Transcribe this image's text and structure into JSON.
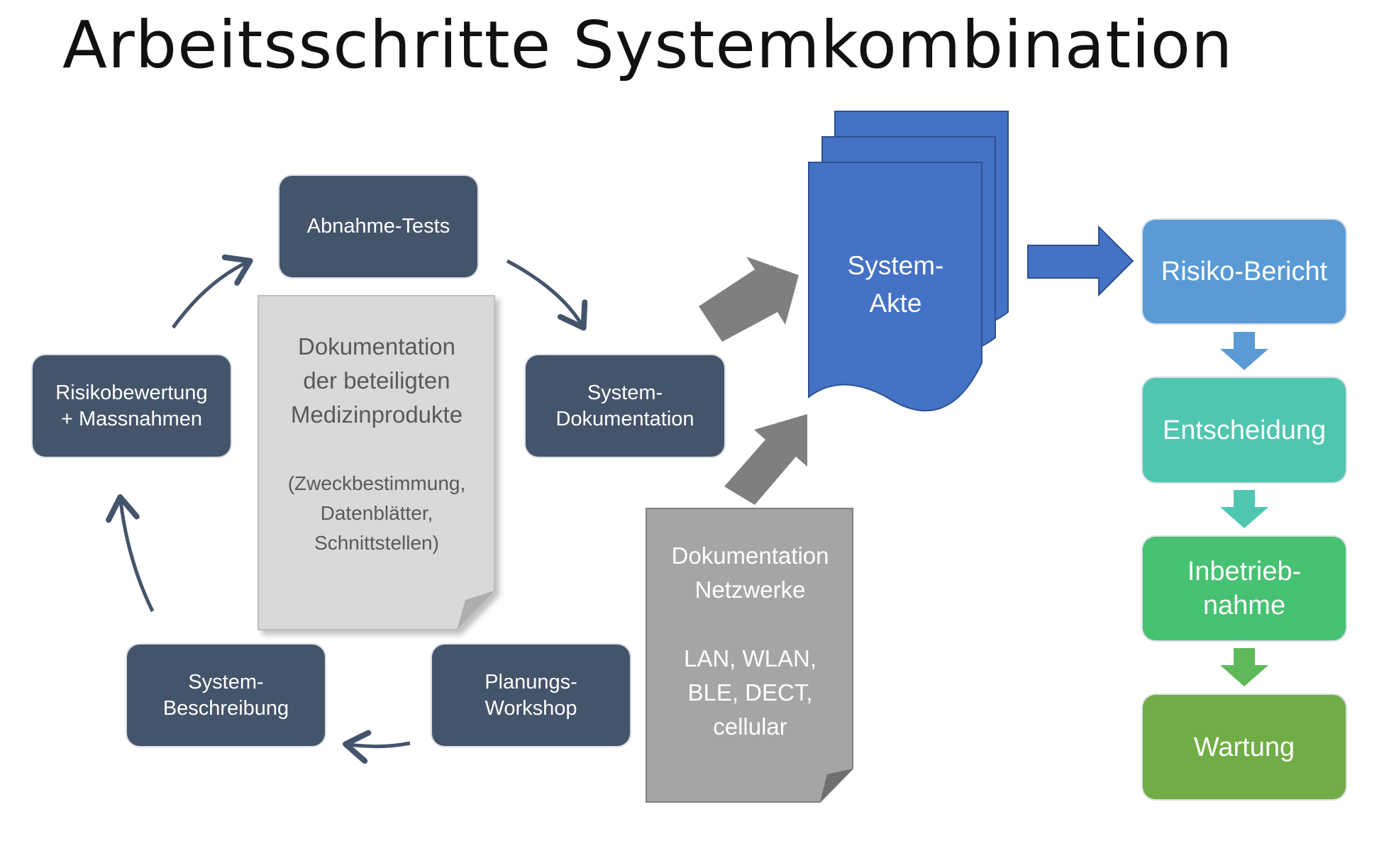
{
  "title": "Arbeitsschritte Systemkombination",
  "cycle": {
    "abnahme": "Abnahme-Tests",
    "systemdoku": "System-\nDokumentation",
    "planung": "Planungs-\nWorkshop",
    "beschreibung": "System-\nBeschreibung",
    "risikobewertung": "Risikobewertung\n+ Massnahmen"
  },
  "med_doc": {
    "heading": "Dokumentation\nder beteiligten\nMedizinprodukte",
    "detail": "(Zweckbestimmung,\nDatenblätter,\nSchnittstellen)"
  },
  "net_doc": {
    "heading": "Dokumentation\nNetzwerke",
    "detail": "LAN, WLAN,\nBLE, DECT,\ncellular"
  },
  "akte": "System-\nAkte",
  "ramp": {
    "risiko": "Risiko-Bericht",
    "entscheidung": "Entscheidung",
    "inbetrieb": "Inbetrieb-\nnahme",
    "wartung": "Wartung"
  },
  "colors": {
    "navy": "#44546a",
    "akte_blue": "#4472c4",
    "risiko": "#5b9bd5",
    "entscheidung": "#4fc6b0",
    "inbetrieb": "#47c172",
    "wartung": "#70ad47",
    "grey_arrow": "#7f7f7f",
    "page_light": "#d9d9d9",
    "page_dark": "#a5a5a5"
  }
}
